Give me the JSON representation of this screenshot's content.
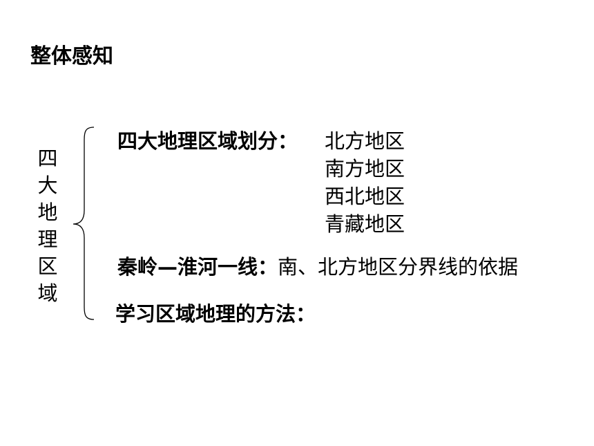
{
  "slide": {
    "title": "整体感知",
    "vertical_label": [
      "四",
      "大",
      "地",
      "理",
      "区",
      "域"
    ],
    "regions": {
      "label": "四大地理区域划分：",
      "items": [
        "北方地区",
        "南方地区",
        "西北地区",
        "青藏地区"
      ]
    },
    "qinling": {
      "label": "秦岭—淮河一线：",
      "description": "南、北方地区分界线的依据"
    },
    "method": {
      "label": "学习区域地理的方法："
    }
  }
}
